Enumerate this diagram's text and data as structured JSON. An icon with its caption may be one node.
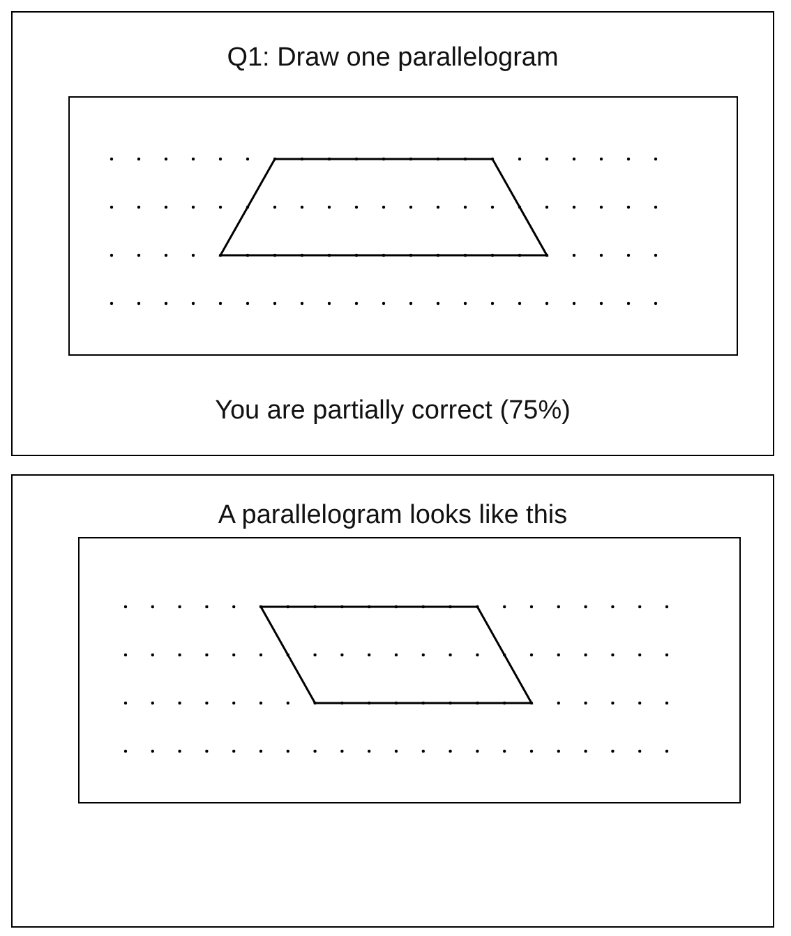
{
  "diagram": {
    "nodes": [
      {
        "text": [
          "Q1: Draw one parallelogram",
          "You are partially correct (75%)"
        ]
      },
      {
        "text": [],
        "shape": "box",
        "in": 0
      },
      {
        "text": [
          "A parallelogram looks like this"
        ]
      },
      {
        "text": [],
        "shape": "box",
        "in": 2
      }
    ]
  }
}
